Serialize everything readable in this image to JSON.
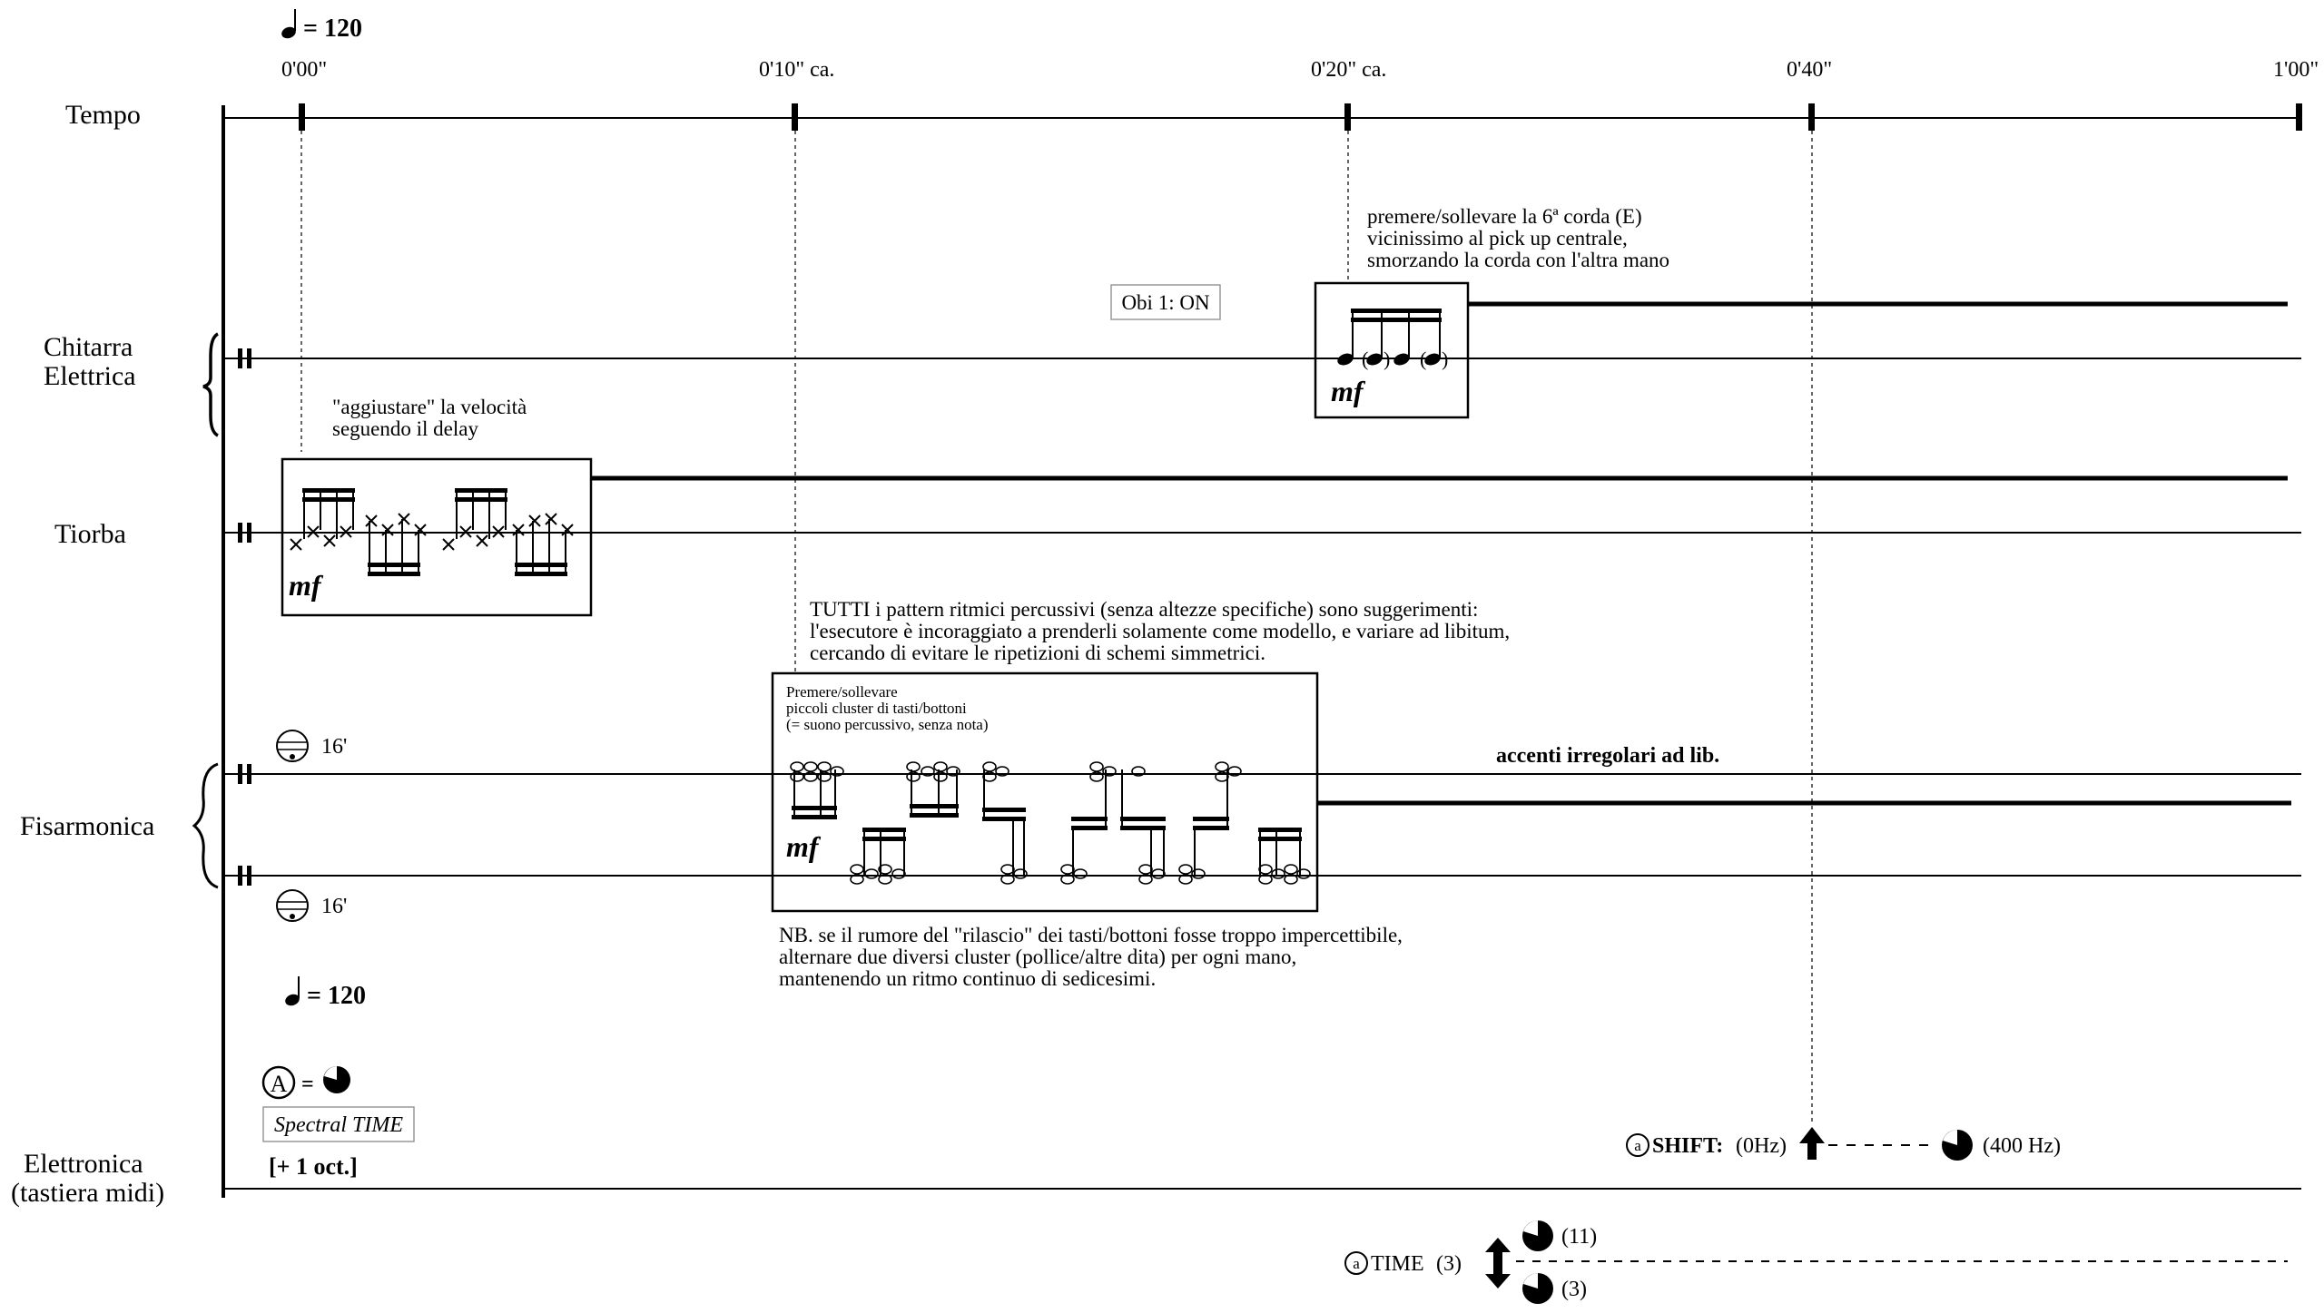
{
  "tempo": {
    "marking_top": "= 120",
    "marking_bottom": "= 120"
  },
  "time_marks": [
    "0'00\"",
    "0'10\" ca.",
    "0'20\" ca.",
    "0'40\"",
    "1'00\""
  ],
  "instruments": {
    "tempo": "Tempo",
    "guitar_1": "Chitarra",
    "guitar_2": "Elettrica",
    "tiorba": "Tiorba",
    "fisarmonica": "Fisarmonica",
    "elettronica_1": "Elettronica",
    "elettronica_2": "(tastiera midi)"
  },
  "guitar": {
    "note_1": "premere/sollevare la 6ª corda (E)",
    "note_2": "vicinissimo al pick up centrale,",
    "note_3": "smorzando la corda con l'altra mano",
    "obi_label": "Obi 1: ON",
    "dynamic": "mf"
  },
  "tiorba": {
    "note_1": "\"aggiustare\" la velocità",
    "note_2": "seguendo il delay",
    "dynamic": "mf"
  },
  "tutti_note": {
    "line_1": "TUTTI i pattern ritmici percussivi (senza altezze specifiche) sono suggerimenti:",
    "line_2": "l'esecutore è incoraggiato a prenderli solamente come modello, e variare ad libitum,",
    "line_3": "cercando di evitare le ripetizioni di schemi simmetrici."
  },
  "fisarmonica": {
    "box_1": "Premere/sollevare",
    "box_2": "piccoli cluster di tasti/bottoni",
    "box_3": "(= suono percussivo, senza nota)",
    "register_top": "16'",
    "register_bottom": "16'",
    "accenti": "accenti irregolari ad lib.",
    "dynamic": "mf",
    "nb_1": "NB. se il rumore del \"rilascio\" dei tasti/bottoni fosse troppo impercettibile,",
    "nb_2": "alternare due diversi cluster (pollice/altre dita) per ogni mano,",
    "nb_3": "mantenendo un ritmo continuo di sedicesimi."
  },
  "elettronica": {
    "a_equals": "=",
    "spectral_time": "Spectral TIME",
    "octave": "[+ 1 oct.]",
    "shift_label": "SHIFT:",
    "shift_from": "(0Hz)",
    "shift_to": "(400 Hz)",
    "time_label": "TIME",
    "time_value": "(3)",
    "time_upper": "(11)",
    "time_lower": "(3)"
  }
}
